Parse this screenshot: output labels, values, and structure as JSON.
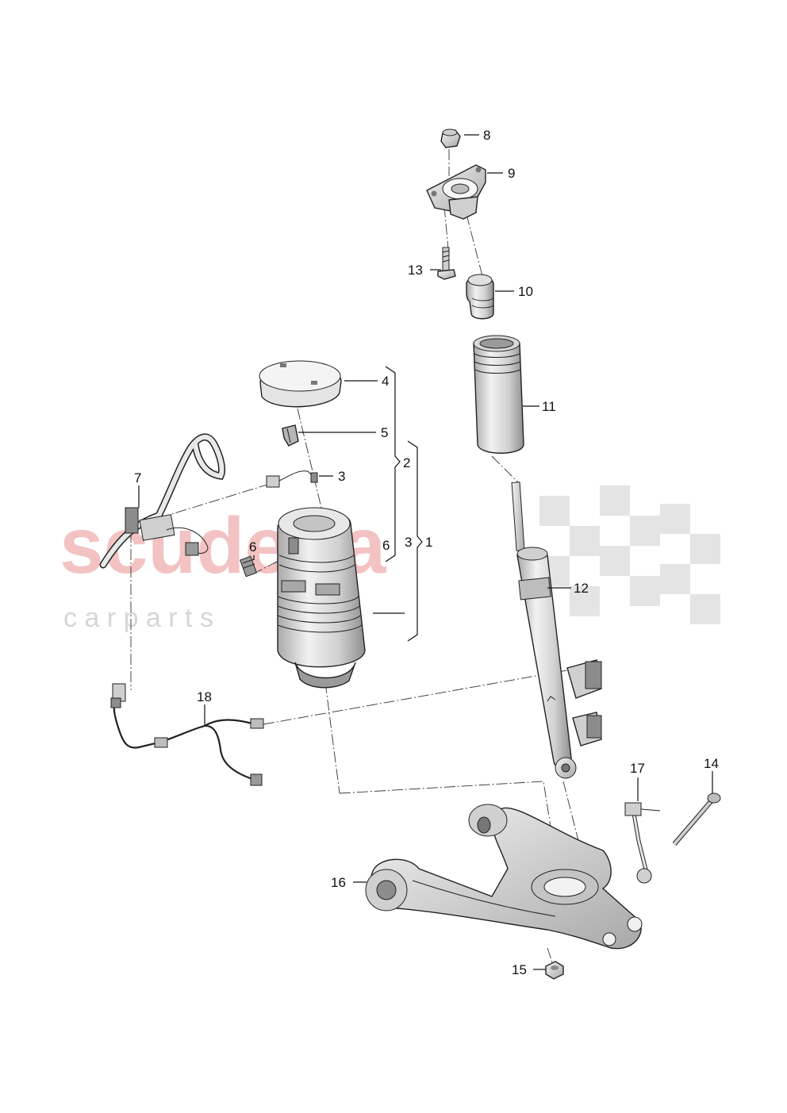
{
  "watermark": {
    "brand": "scuderia",
    "sub": "c a r   p a r t s"
  },
  "callouts": {
    "c1": "1",
    "c2": "2",
    "c3a": "3",
    "c3b": "3",
    "c4": "4",
    "c5": "5",
    "c6a": "6",
    "c6b": "6",
    "c7": "7",
    "c8": "8",
    "c9": "9",
    "c10": "10",
    "c11": "11",
    "c12": "12",
    "c13": "13",
    "c14": "14",
    "c15": "15",
    "c16": "16",
    "c17": "17",
    "c18": "18"
  },
  "colors": {
    "part_fill": "#e6e6e6",
    "part_shade": "#bdbdbd",
    "part_dark": "#8c8c8c",
    "watermark_red": "#f2b8b8",
    "watermark_grey": "#d9d9d9"
  }
}
